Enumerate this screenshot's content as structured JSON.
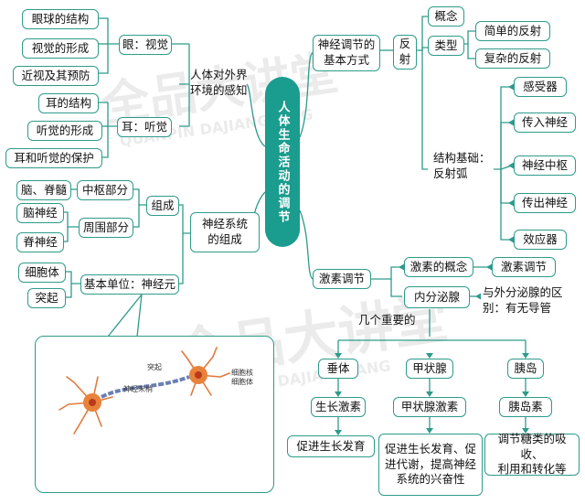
{
  "center_title": "人体生命活动的调节",
  "watermark": {
    "brand": "全品大讲堂",
    "pinyin": "QUANPIN DAJIANGTANG"
  },
  "left": {
    "perception": {
      "title": "人体对外界\n环境的感知",
      "eye": {
        "label": "眼：视觉",
        "items": [
          "眼球的结构",
          "视觉的形成",
          "近视及其预防"
        ]
      },
      "ear": {
        "label": "耳：听觉",
        "items": [
          "耳的结构",
          "听觉的形成",
          "耳和听觉的保护"
        ]
      }
    },
    "nervous_system": {
      "title": "神经系统\n的组成",
      "composition": "组成",
      "central": {
        "label": "中枢部分",
        "items": [
          "脑、脊髓"
        ]
      },
      "peripheral": {
        "label": "周围部分",
        "items": [
          "脑神经",
          "脊神经"
        ]
      },
      "unit": {
        "label": "基本单位：神经元",
        "items": [
          "细胞体",
          "突起"
        ]
      }
    },
    "neuron_diagram": {
      "dendrite": "突起",
      "nerve_ending": "神经末梢",
      "nucleus": "细胞核",
      "cell_body": "细胞体"
    }
  },
  "right": {
    "nerve_regulation": {
      "title": "神经调节的\n基本方式",
      "reflex": "反\n射",
      "concept": "概念",
      "type": {
        "label": "类型",
        "items": [
          "简单的反射",
          "复杂的反射"
        ]
      },
      "structure": {
        "label": "结构基础：\n反射弧",
        "items": [
          "感受器",
          "传入神经",
          "神经中枢",
          "传出神经",
          "效应器"
        ]
      }
    },
    "hormone_regulation": {
      "title": "激素调节",
      "hormone_concept": "激素的概念",
      "hormone_reg": "激素调节",
      "endocrine": "内分泌腺",
      "difference": "与外分泌腺的区\n别：有无导管",
      "important": "几个重要的",
      "glands": [
        {
          "name": "垂体",
          "hormone": "生长激素",
          "effect": "促进生长发育"
        },
        {
          "name": "甲状腺",
          "hormone": "甲状腺激素",
          "effect": "促进生长发育、促\n进代谢，提高神经\n系统的兴奋性"
        },
        {
          "name": "胰岛",
          "hormone": "胰岛素",
          "effect": "调节糖类的吸收、\n利用和转化等"
        }
      ]
    }
  }
}
